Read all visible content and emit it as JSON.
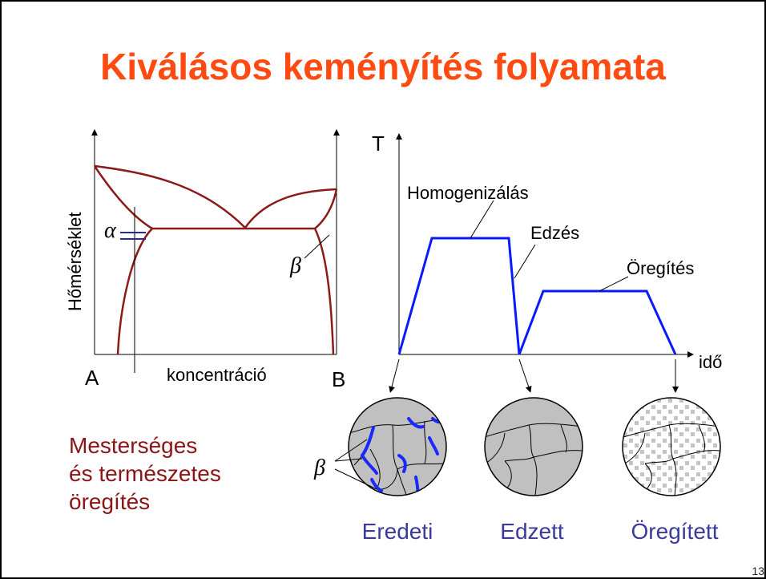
{
  "title": "Kiválásos keményítés folyamata",
  "phase_diagram": {
    "y_axis_label": "Hőmérséklet",
    "x_axis_label": "koncentráció",
    "left_end": "A",
    "right_end": "B",
    "alpha": "α",
    "beta": "β"
  },
  "heat_treatment": {
    "y_axis_label": "T",
    "x_axis_label": "idő",
    "stages": [
      "Homogenizálás",
      "Edzés",
      "Öregítés"
    ]
  },
  "micro": {
    "beta": "β",
    "labels": [
      "Eredeti",
      "Edzett",
      "Öregített"
    ]
  },
  "subtitle": [
    "Mesterséges",
    "és természetes",
    "öregítés"
  ],
  "page_number": "13",
  "colors": {
    "title": "#ff4a12",
    "subtitle": "#8b1416",
    "phase_lines": "#8b1a1a",
    "temperature_curve": "#0a1aff",
    "micro_labels": "#3a3a9a",
    "grain_fill": "#c0c0c0"
  }
}
